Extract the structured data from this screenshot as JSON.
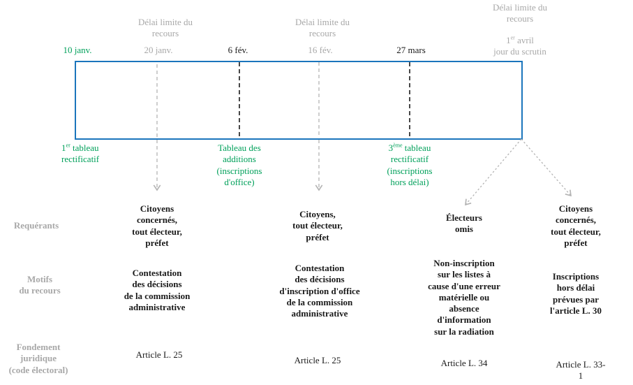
{
  "colors": {
    "accent_green": "#00a05a",
    "frame_blue": "#1b75bc",
    "muted_gray": "#a8a8a8",
    "text_black": "#1a1a1a"
  },
  "deadline_text": "Délai limite du\nrecours",
  "dates": {
    "jan10": "10 janv.",
    "jan20": "20 janv.",
    "feb6": "6 fév.",
    "feb16": "16 fév.",
    "mar27": "27 mars",
    "april": {
      "num": "1",
      "sup": "er",
      "rest": " avril"
    },
    "scrutin": "jour du scrutin"
  },
  "tables": {
    "first": {
      "num": "1",
      "sup": "er",
      "rest": " tableau\nrectificatif"
    },
    "additions": "Tableau des\nadditions\n(inscriptions\nd'office)",
    "third": {
      "num": "3",
      "sup": "ème",
      "rest": " tableau\nrectificatif\n(inscriptions\nhors délai)"
    }
  },
  "rows": [
    {
      "label": "Requérants",
      "cells": [
        "Citoyens\nconcernés,\ntout électeur,\npréfet",
        "Citoyens,\ntout électeur,\npréfet",
        "Électeurs\nomis",
        "Citoyens\nconcernés,\ntout électeur,\npréfet"
      ]
    },
    {
      "label": "Motifs\ndu recours",
      "cells": [
        "Contestation\ndes décisions\nde la commission\nadministrative",
        "Contestation\ndes décisions\nd'inscription d'office\nde la commission\nadministrative",
        "Non-inscription\nsur les listes à\ncause d'une erreur\nmatérielle ou\nabsence\nd'information\nsur la radiation",
        "Inscriptions\nhors délai\nprévues par\nl'article L. 30"
      ]
    },
    {
      "label": "Fondement\njuridique\n(code électoral)",
      "cells": [
        "Article L. 25",
        "Article L. 25",
        "Article L. 34",
        "Article L. 33-1"
      ]
    }
  ]
}
